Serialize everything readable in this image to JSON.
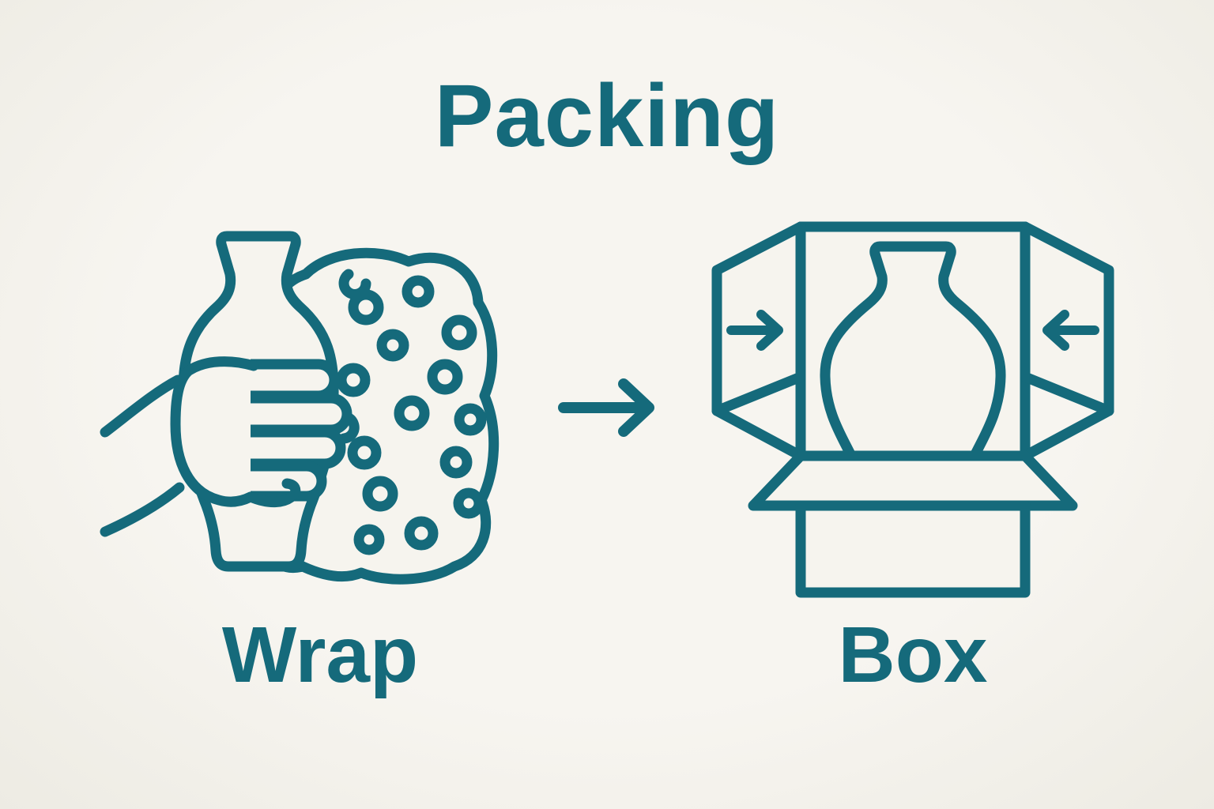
{
  "page": {
    "title": "Packing",
    "background_color": "#f6f4ee",
    "accent_color": "#156a7b"
  },
  "steps": [
    {
      "label": "Wrap",
      "icon": "hand-wrapping-vase-in-bubble-wrap-icon"
    },
    {
      "label": "Box",
      "icon": "vase-inside-open-box-icon"
    }
  ],
  "connector": {
    "icon": "right-arrow-icon"
  }
}
